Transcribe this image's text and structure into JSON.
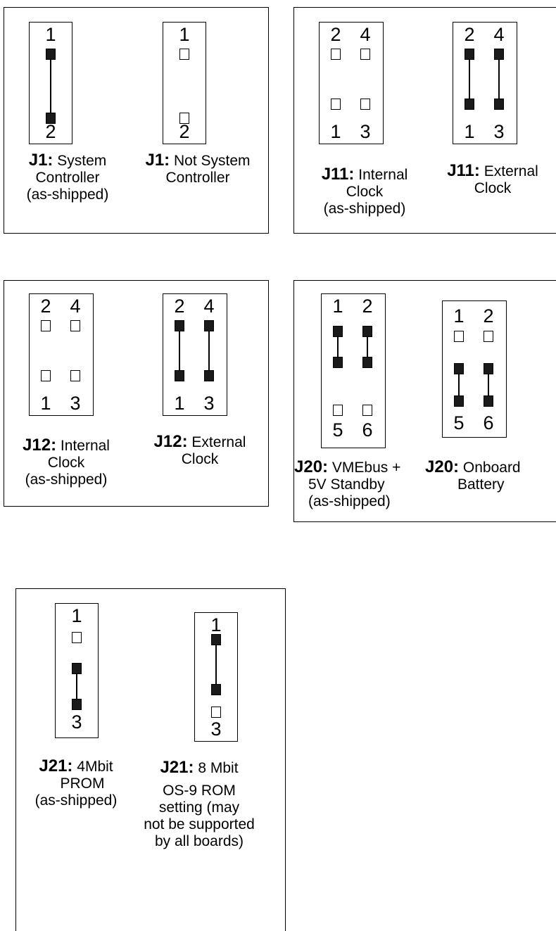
{
  "j1": {
    "a": {
      "top": "1",
      "bottom": "2",
      "label": "J1:",
      "line1": "System",
      "line2": "Controller",
      "line3": "(as-shipped)"
    },
    "b": {
      "top": "1",
      "bottom": "2",
      "label": "J1:",
      "line1": "Not System",
      "line2": "Controller"
    }
  },
  "j11": {
    "a": {
      "tl": "2",
      "tr": "4",
      "bl": "1",
      "br": "3",
      "label": "J11:",
      "line1": "Internal",
      "line2": "Clock",
      "line3": "(as-shipped)"
    },
    "b": {
      "tl": "2",
      "tr": "4",
      "bl": "1",
      "br": "3",
      "label": "J11:",
      "line1": "External",
      "line2": "Clock"
    }
  },
  "j12": {
    "a": {
      "tl": "2",
      "tr": "4",
      "bl": "1",
      "br": "3",
      "label": "J12:",
      "line1": "Internal",
      "line2": "Clock",
      "line3": "(as-shipped)"
    },
    "b": {
      "tl": "2",
      "tr": "4",
      "bl": "1",
      "br": "3",
      "label": "J12:",
      "line1": "External",
      "line2": "Clock"
    }
  },
  "j20": {
    "a": {
      "tl": "1",
      "tr": "2",
      "bl": "5",
      "br": "6",
      "label": "J20:",
      "line1": "VMEbus +",
      "line2": "5V Standby",
      "line3": "(as-shipped)"
    },
    "b": {
      "tl": "1",
      "tr": "2",
      "bl": "5",
      "br": "6",
      "label": "J20:",
      "line1": "Onboard",
      "line2": "Battery"
    }
  },
  "j21": {
    "a": {
      "top": "1",
      "bottom": "3",
      "label": "J21:",
      "line1": "4Mbit",
      "line2": "PROM",
      "line3": "(as-shipped)"
    },
    "b": {
      "top": "1",
      "bottom": "3",
      "label": "J21:",
      "line1": "8 Mbit",
      "line2": "OS-9 ROM",
      "line3": "setting (may",
      "line4": "not be supported",
      "line5": "by all boards)"
    }
  }
}
